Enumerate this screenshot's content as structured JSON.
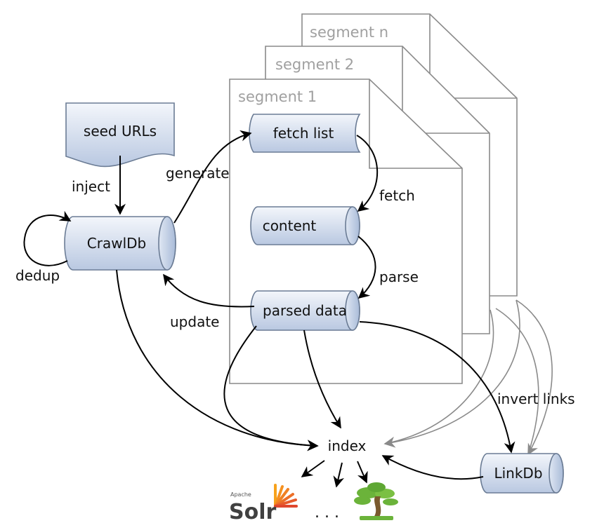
{
  "segments": {
    "n": "segment n",
    "s2": "segment 2",
    "s1": "segment 1"
  },
  "nodes": {
    "seed_urls": "seed URLs",
    "crawldb": "CrawlDb",
    "fetch_list": "fetch list",
    "content": "content",
    "parsed_data": "parsed data",
    "index": "index",
    "linkdb": "LinkDb"
  },
  "edges": {
    "inject": "inject",
    "generate": "generate",
    "fetch": "fetch",
    "parse": "parse",
    "update": "update",
    "dedup": "dedup",
    "invert_links": "invert links"
  },
  "outputs": {
    "solr_brand_small": "Apache",
    "solr_brand": "Solr",
    "ellipsis": ". . .",
    "tree_icon": "bonsai-tree-icon"
  },
  "colors": {
    "node_top": "#f2f5fa",
    "node_bottom": "#bccbe3",
    "node_stroke": "#6b7c95",
    "gray_arrow": "#909090"
  }
}
